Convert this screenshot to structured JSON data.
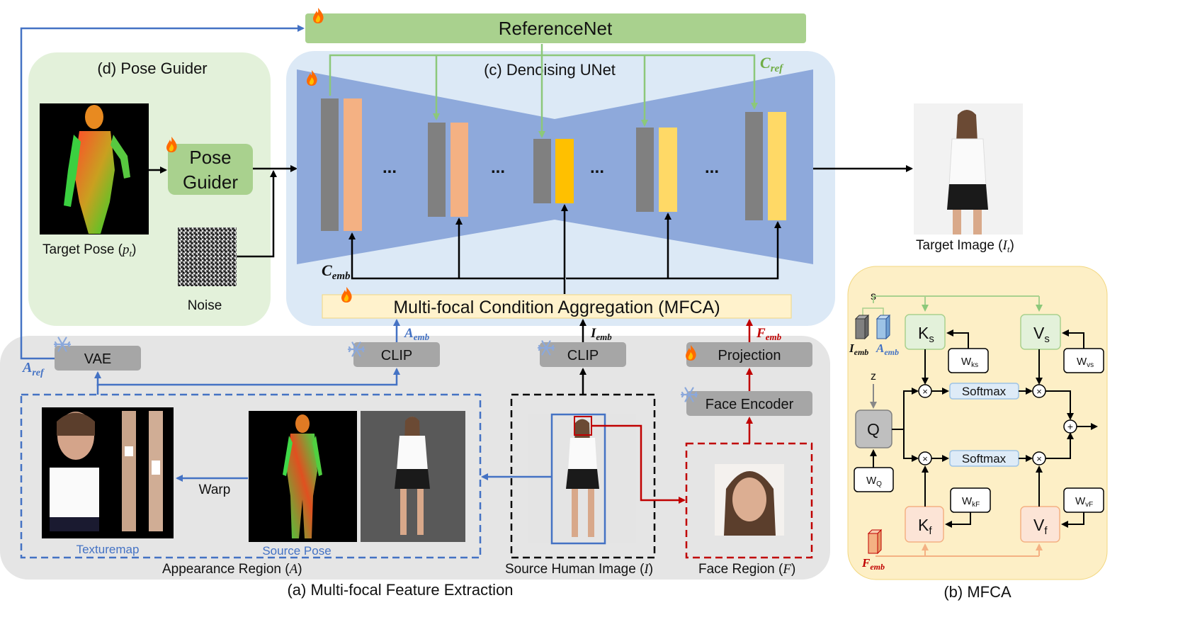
{
  "top": {
    "referencenet": "ReferenceNet"
  },
  "pose_guider_panel": {
    "title": "(d) Pose Guider",
    "pose_guider_line1": "Pose",
    "pose_guider_line2": "Guider",
    "target_pose_text": "Target Pose (",
    "target_pose_var": "p",
    "target_pose_sub": "t",
    "target_pose_close": ")",
    "noise_label": "Noise"
  },
  "unet_panel": {
    "title": "(c) Denoising UNet",
    "c_ref": "C",
    "c_ref_sub": "ref",
    "c_emb": "C",
    "c_emb_sub": "emb",
    "dots": "...",
    "mfca_bar": "Multi-focal Condition Aggregation (MFCA)"
  },
  "output": {
    "target_image_text": "Target Image (",
    "target_image_var": "I",
    "target_image_sub": "t",
    "target_image_close": ")"
  },
  "extraction_panel": {
    "title": "(a) Multi-focal Feature Extraction",
    "vae": "VAE",
    "clip_a": "CLIP",
    "clip_i": "CLIP",
    "projection": "Projection",
    "face_encoder": "Face Encoder",
    "a_ref": "A",
    "a_ref_sub": "ref",
    "a_emb": "A",
    "a_emb_sub": "emb",
    "i_emb": "I",
    "i_emb_sub": "emb",
    "f_emb": "F",
    "f_emb_sub": "emb",
    "warp": "Warp",
    "texturemap": "Texturemap",
    "source_pose": "Source Pose",
    "appearance_region_text": "Appearance Region (",
    "appearance_region_var": "A",
    "appearance_region_close": ")",
    "source_human_text": "Source Human Image (",
    "source_human_var": "I",
    "source_human_close": ")",
    "face_region_text": "Face Region (",
    "face_region_var": "F",
    "face_region_close": ")"
  },
  "mfca_panel": {
    "title": "(b) MFCA",
    "s": "s",
    "z": "z",
    "i_emb": "I",
    "i_emb_sub": "emb",
    "a_emb": "A",
    "a_emb_sub": "emb",
    "f_emb": "F",
    "f_emb_sub": "emb",
    "ks": "K",
    "ks_sub": "s",
    "vs": "V",
    "vs_sub": "s",
    "q": "Q",
    "kf": "K",
    "kf_sub": "f",
    "vf": "V",
    "vf_sub": "f",
    "wks": "W",
    "wks_sub": "ks",
    "wvs": "W",
    "wvs_sub": "vs",
    "wq": "W",
    "wq_sub": "Q",
    "wkf": "W",
    "wkf_sub": "kF",
    "wvf": "W",
    "wvf_sub": "vF",
    "softmax_top": "Softmax",
    "softmax_bottom": "Softmax"
  },
  "colors": {
    "blue_arrow": "#4472c4",
    "red_arrow": "#c00000",
    "green_arrow": "#8cc87a",
    "pose_panel_bg": "#e3f1da",
    "unet_panel_bg": "#dce9f6",
    "extraction_panel_bg": "#e5e5e5",
    "mfca_panel_bg": "#fdefc6",
    "referencenet_bg": "#a9d18e",
    "mfca_bar_bg": "#fff2cc"
  }
}
